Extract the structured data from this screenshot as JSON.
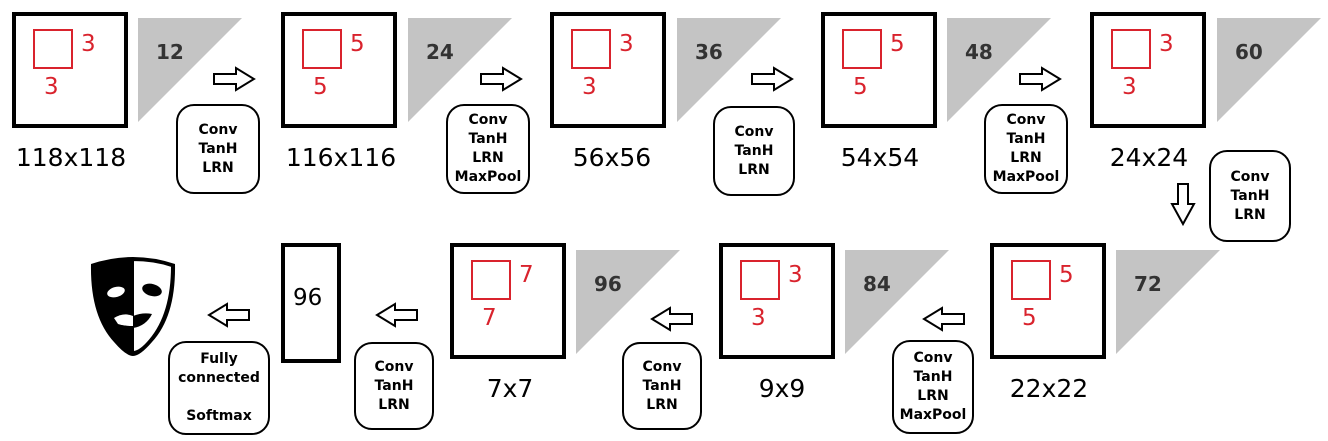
{
  "stages": [
    {
      "depth": "12",
      "kernel_w": "3",
      "kernel_h": "3",
      "dim": "118x118"
    },
    {
      "depth": "24",
      "kernel_w": "5",
      "kernel_h": "5",
      "dim": "116x116"
    },
    {
      "depth": "36",
      "kernel_w": "3",
      "kernel_h": "3",
      "dim": "56x56"
    },
    {
      "depth": "48",
      "kernel_w": "5",
      "kernel_h": "5",
      "dim": "54x54"
    },
    {
      "depth": "60",
      "kernel_w": "3",
      "kernel_h": "3",
      "dim": "24x24"
    },
    {
      "depth": "72",
      "kernel_w": "5",
      "kernel_h": "5",
      "dim": "22x22"
    },
    {
      "depth": "84",
      "kernel_w": "3",
      "kernel_h": "3",
      "dim": "9x9"
    },
    {
      "depth": "96",
      "kernel_w": "7",
      "kernel_h": "7",
      "dim": "7x7"
    }
  ],
  "ops": [
    {
      "l1": "Conv",
      "l2": "TanH",
      "l3": "LRN",
      "l4": ""
    },
    {
      "l1": "Conv",
      "l2": "TanH",
      "l3": "LRN",
      "l4": "MaxPool"
    },
    {
      "l1": "Conv",
      "l2": "TanH",
      "l3": "LRN",
      "l4": ""
    },
    {
      "l1": "Conv",
      "l2": "TanH",
      "l3": "LRN",
      "l4": "MaxPool"
    },
    {
      "l1": "Conv",
      "l2": "TanH",
      "l3": "LRN",
      "l4": ""
    },
    {
      "l1": "Conv",
      "l2": "TanH",
      "l3": "LRN",
      "l4": "MaxPool"
    },
    {
      "l1": "Conv",
      "l2": "TanH",
      "l3": "LRN",
      "l4": ""
    },
    {
      "l1": "Conv",
      "l2": "TanH",
      "l3": "LRN",
      "l4": ""
    }
  ],
  "fc": {
    "l1": "Fully",
    "l2": "connected",
    "l3": "Softmax"
  },
  "vector_label": "96",
  "output_icon": "theater-mask-icon",
  "colors": {
    "kernel": "#d9232d",
    "depth_triangle": "#c4c4c4",
    "border": "#000000"
  }
}
